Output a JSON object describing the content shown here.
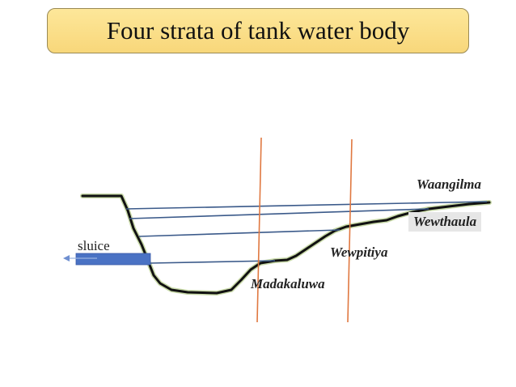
{
  "title": "Four strata of tank water body",
  "labels": {
    "sluice": "sluice",
    "waangilma": "Waangilma",
    "wewthaula": "Wewthaula",
    "wewpitiya": "Wewpitiya",
    "madakaluwa": "Madakaluwa"
  },
  "colors": {
    "title_fill": "#f9db80",
    "stratum_lines": "#3b5a8a",
    "divider_lines": "#e07840",
    "sluice_pipe": "#4a72c4",
    "tank_bed": "#111111",
    "bed_glow": "#c8d9a8"
  }
}
